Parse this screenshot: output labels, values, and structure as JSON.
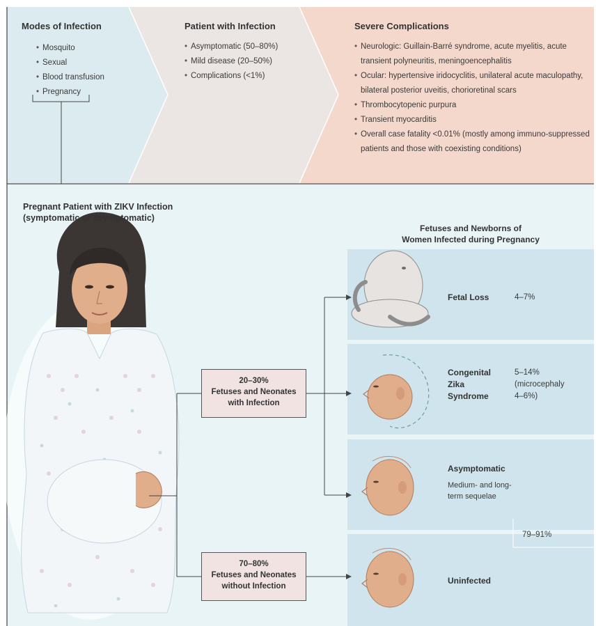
{
  "top": {
    "modes": {
      "title": "Modes of Infection",
      "items": [
        "Mosquito",
        "Sexual",
        "Blood transfusion",
        "Pregnancy"
      ]
    },
    "patient": {
      "title": "Patient with Infection",
      "items": [
        "Asymptomatic (50–80%)",
        "Mild disease (20–50%)",
        "Complications (<1%)"
      ]
    },
    "complications": {
      "title": "Severe Complications",
      "items": [
        "Neurologic: Guillain-Barré syndrome, acute myelitis, acute transient polyneuritis, meningoencephalitis",
        "Ocular: hypertensive iridocyclitis, unilateral acute maculopathy, bilateral posterior uveitis, chorioretinal scars",
        "Thrombocytopenic purpura",
        "Transient myocarditis",
        "Overall case fatality <0.01% (mostly among immuno-suppressed patients and those with coexisting conditions)"
      ]
    }
  },
  "bottom": {
    "title_line1": "Pregnant Patient with ZIKV Infection",
    "title_line2": "(symptomatic or asymptomatic)",
    "fetuses_title_line1": "Fetuses and Newborns of",
    "fetuses_title_line2": "Women Infected during Pregnancy",
    "infected_box": {
      "pct": "20–30%",
      "line1": "Fetuses and Neonates",
      "line2": "with Infection"
    },
    "uninfected_box": {
      "pct": "70–80%",
      "line1": "Fetuses and Neonates",
      "line2": "without Infection"
    },
    "outcomes": {
      "fetal_loss": {
        "label": "Fetal Loss",
        "pct": "4–7%"
      },
      "czs": {
        "label_1": "Congenital",
        "label_2": "Zika",
        "label_3": "Syndrome",
        "pct_1": "5–14%",
        "pct_2": "(microcephaly",
        "pct_3": "4–6%)"
      },
      "asymptomatic": {
        "label": "Asymptomatic",
        "note_1": "Medium- and long-",
        "note_2": "term sequelae"
      },
      "uninfected": {
        "label": "Uninfected"
      },
      "combined_pct": "79–91%"
    }
  },
  "colors": {
    "modes_bg": "#dcebf0",
    "patient_bg": "#ebe5e4",
    "complications_bg": "#f4d8cc",
    "bottom_bg": "#e9f4f7",
    "outcome_panel_bg": "#cfe4ec",
    "box_bg": "#f0e3e2"
  }
}
